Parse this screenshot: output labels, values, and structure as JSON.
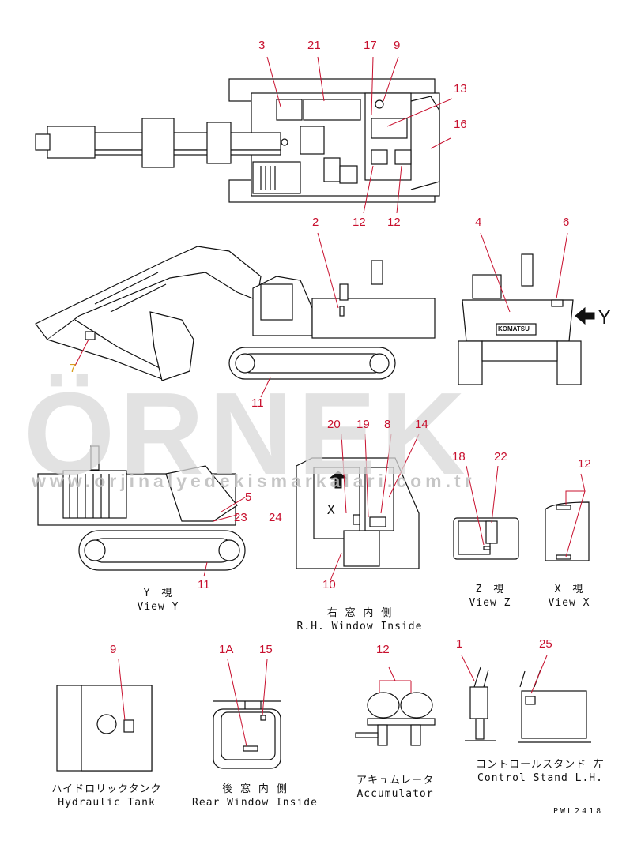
{
  "watermark": {
    "main": "ÖRNEK",
    "url": "www.orjinalyedekismarkalari.com.tr"
  },
  "drawing_ref": "PWL2418",
  "side_marker": "Y",
  "callouts": {
    "c3": "3",
    "c21": "21",
    "c17": "17",
    "c9_top": "9",
    "c13": "13",
    "c16": "16",
    "c12_a": "12",
    "c12_b": "12",
    "c2": "2",
    "c4": "4",
    "c6": "6",
    "c7": "7",
    "c11_side": "11",
    "c20": "20",
    "c19": "19",
    "c8": "8",
    "c14": "14",
    "c18": "18",
    "c22": "22",
    "c12_x": "12",
    "c5": "5",
    "c23": "23",
    "c24": "24",
    "c11_y": "11",
    "c10": "10",
    "c9_tank": "9",
    "c1A": "1A",
    "c15": "15",
    "c12_acc": "12",
    "c1": "1",
    "c25": "25"
  },
  "captions": {
    "view_y_jp": "Y　視",
    "view_y_en": "View Y",
    "rh_window_jp": "右 窓 内 側",
    "rh_window_en": "R.H. Window Inside",
    "view_z_jp": "Z　視",
    "view_z_en": "View Z",
    "view_x_jp": "X　視",
    "view_x_en": "View X",
    "tank_jp": "ハイドロリックタンク",
    "tank_en": "Hydraulic Tank",
    "rear_jp": "後 窓 内 側",
    "rear_en": "Rear Window Inside",
    "acc_jp": "アキュムレータ",
    "acc_en": "Accumulator",
    "stand_jp": "コントロールスタンド 左",
    "stand_en": "Control Stand L.H."
  },
  "labels": {
    "brand_plate": "KOMATSU",
    "cab_marker": "X"
  }
}
